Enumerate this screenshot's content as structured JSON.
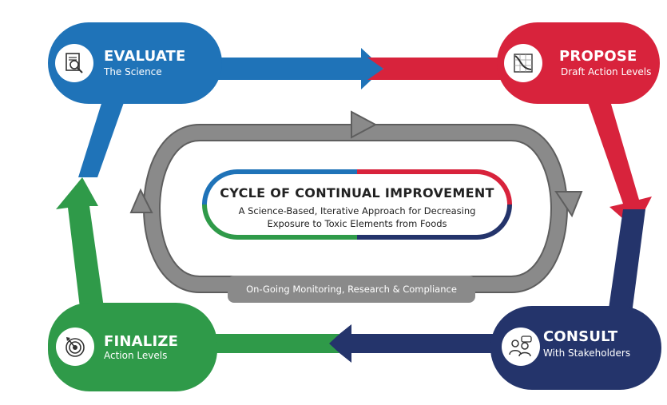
{
  "colors": {
    "evaluate": "#1f73b8",
    "propose": "#d8233c",
    "consult": "#24346b",
    "finalize": "#2f9a49",
    "inner_loop": "#8a8a8a"
  },
  "stages": {
    "evaluate": {
      "title": "EVALUATE",
      "subtitle": "The Science",
      "icon": "magnifier-document-icon"
    },
    "propose": {
      "title": "PROPOSE",
      "subtitle": "Draft Action Levels",
      "icon": "declining-chart-icon"
    },
    "consult": {
      "title": "CONSULT",
      "subtitle": "With Stakeholders",
      "icon": "people-discussion-icon"
    },
    "finalize": {
      "title": "FINALIZE",
      "subtitle": "Action Levels",
      "icon": "target-arrow-icon"
    }
  },
  "center": {
    "title": "CYCLE OF CONTINUAL IMPROVEMENT",
    "line1": "A Science-Based, Iterative Approach for Decreasing",
    "line2": "Exposure to Toxic Elements from Foods"
  },
  "inner_loop": {
    "label": "On-Going Monitoring, Research & Compliance"
  }
}
